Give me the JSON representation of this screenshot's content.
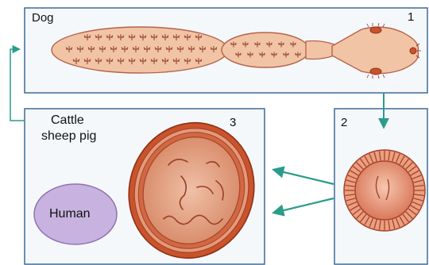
{
  "panels": {
    "dog": {
      "label": "Dog",
      "number": "1"
    },
    "egg": {
      "number": "2"
    },
    "intermediate": {
      "label_line1": "Cattle",
      "label_line2": "sheep pig",
      "number": "3"
    }
  },
  "human": {
    "label": "Human"
  },
  "colors": {
    "panel_border": "#3d6a99",
    "panel_fill": "#f5f8fb",
    "arrow": "#2a9c8a",
    "worm_fill": "#f2c4a6",
    "worm_outline": "#b5634a",
    "cyst_outer": "#c9542c",
    "cyst_inner": "#e39a7a",
    "human_fill": "#c8b3e0",
    "human_outline": "#8e72b4"
  }
}
